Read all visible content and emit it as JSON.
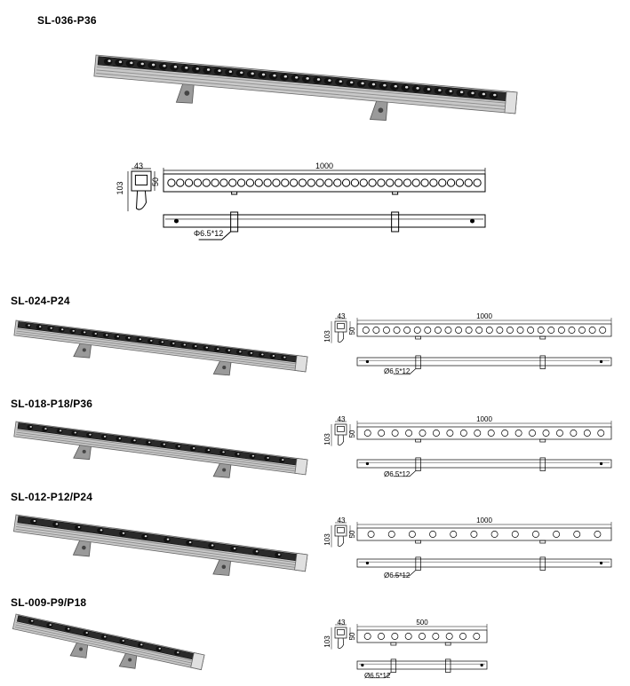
{
  "products": [
    {
      "model": "SL-036-P36",
      "leds": 36,
      "length_label": "1000",
      "width_label": "43",
      "height_label": "50",
      "total_height_label": "103",
      "hole_label": "Φ6.5*12"
    },
    {
      "model": "SL-024-P24",
      "leds": 24,
      "length_label": "1000",
      "width_label": "43",
      "height_label": "50",
      "total_height_label": "103",
      "hole_label": "Ø6.5*12"
    },
    {
      "model": "SL-018-P18/P36",
      "leds": 18,
      "length_label": "1000",
      "width_label": "43",
      "height_label": "50",
      "total_height_label": "103",
      "hole_label": "Ø6.5*12"
    },
    {
      "model": "SL-012-P12/P24",
      "leds": 12,
      "length_label": "1000",
      "width_label": "43",
      "height_label": "50",
      "total_height_label": "103",
      "hole_label": "Ø6.5*12"
    },
    {
      "model": "SL-009-P9/P18",
      "leds": 9,
      "length_label": "500",
      "width_label": "43",
      "height_label": "50",
      "total_height_label": "103",
      "hole_label": "Ø6.5*12"
    }
  ]
}
